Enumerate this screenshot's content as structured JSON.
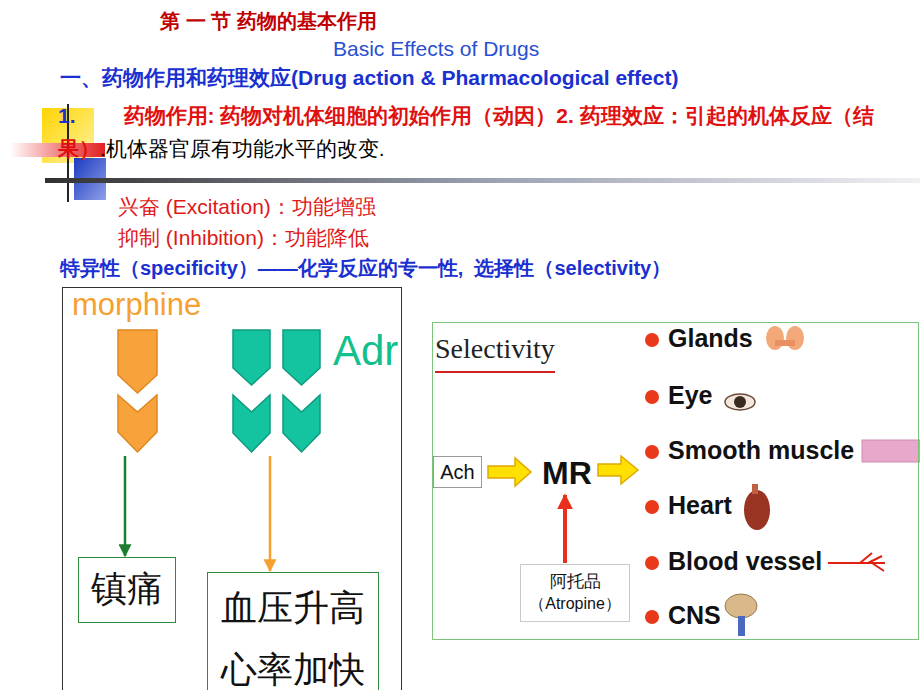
{
  "diagram": {
    "title": "第 一 节 药物的基本作用",
    "nodes": [
      {
        "text": [
          "morphine"
        ]
      },
      {
        "text": [
          "Adr"
        ]
      },
      {
        "text": [
          "镇痛"
        ]
      },
      {
        "text": [
          "血压升高 心率加快"
        ]
      },
      {
        "text": [
          "Selectivity"
        ]
      },
      {
        "text": [
          "Ach"
        ],
        "in": 4
      },
      {
        "text": [
          "MR"
        ],
        "in": 4
      },
      {
        "text": [
          "阿托品",
          "（Atropine）"
        ],
        "in": 4
      }
    ],
    "edges": [
      {
        "from": 0,
        "to": 2,
        "arrow": "to"
      },
      {
        "from": 1,
        "to": 3,
        "arrow": "to"
      },
      {
        "from": 5,
        "to": 6,
        "arrow": "to"
      },
      {
        "from": 7,
        "to": 6,
        "arrow": "to"
      }
    ],
    "labels": [
      "Basic Effects of Drugs",
      "一、药物作用和药理效应(Drug action & Pharmacological effect)",
      "1.",
      "药物作用: 药物对机体细胞的初始作用（动因）2. 药理效应：引起的机体反应（结果）",
      ".机体器官原有功能水平的改变.",
      "兴奋 (Excitation)：功能增强",
      "抑制 (Inhibition)：功能降低",
      "特异性（specificity）——化学反应的专一性,  选择性（selectivity）",
      "Glands",
      "Eye",
      "Smooth muscle",
      "Heart",
      "Blood vessel",
      "CNS"
    ]
  }
}
